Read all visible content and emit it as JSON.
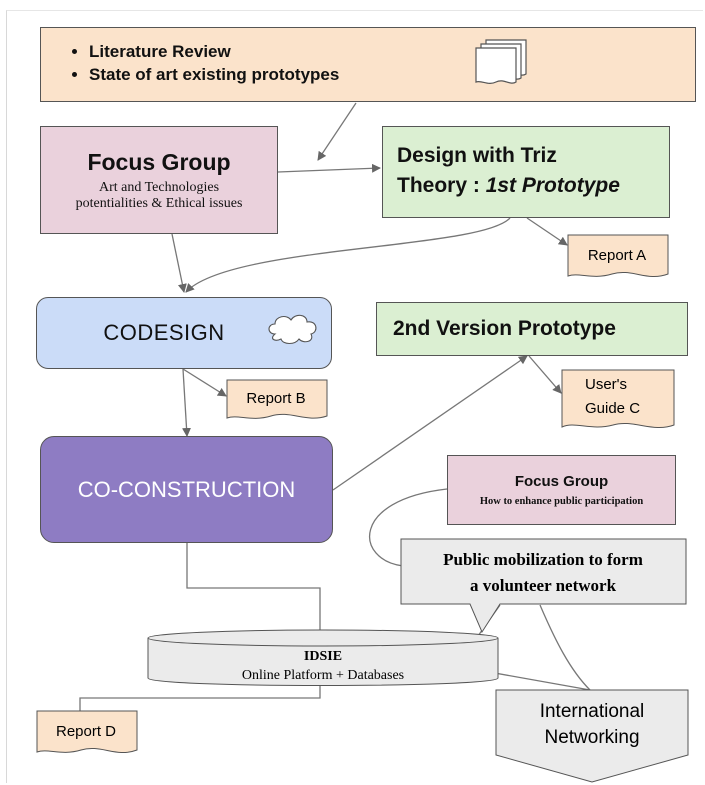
{
  "literature": {
    "items": [
      "Literature Review",
      "State of art existing prototypes"
    ]
  },
  "focus_group_1": {
    "title": "Focus Group",
    "line1": "Art and Technologies",
    "line2": "potentialities & Ethical issues"
  },
  "triz": {
    "line1": "Design with Triz",
    "line2_prefix": "Theory : ",
    "line2_emph": "1st Prototype"
  },
  "report_a": "Report A",
  "codesign": "CODESIGN",
  "second_version": "2nd Version Prototype",
  "report_b": "Report B",
  "users_guide": {
    "line1": "User's",
    "line2": "Guide C"
  },
  "coconstruction": "CO-CONSTRUCTION",
  "focus_group_2": {
    "title": "Focus Group",
    "subtitle": "How to enhance public participation"
  },
  "mobilization": {
    "line1": "Public mobilization to form",
    "line2": "a volunteer network"
  },
  "idsie": {
    "title": "IDSIE",
    "subtitle": "Online Platform + Databases"
  },
  "international": {
    "line1": "International",
    "line2": "Networking"
  },
  "report_d": "Report D",
  "colors": {
    "peach": "#fbe3cb",
    "pink": "#ead1dc",
    "green": "#dbefd2",
    "blue": "#cbdcf8",
    "purple": "#8e7cc3",
    "grey": "#ebebeb"
  }
}
